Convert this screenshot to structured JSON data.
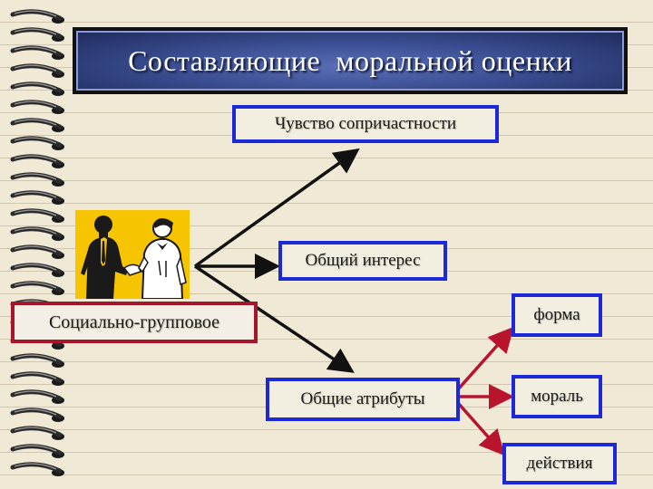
{
  "title": "Составляющие  моральной оценки",
  "nodes": {
    "source": "Социально-групповое",
    "belonging": "Чувство сопричастности",
    "interest": "Общий интерес",
    "attributes": "Общие атрибуты",
    "form": "форма",
    "morality": "мораль",
    "actions": "действия"
  },
  "colors": {
    "title_bg": "#3c4f93",
    "box_border": "#1d28d8",
    "source_border": "#a5162a",
    "clipart_bg": "#f6c400",
    "arrow_black": "#111111",
    "arrow_red": "#b8142e"
  },
  "icons": {
    "binding": "spiral-binding-icon",
    "clipart": "handshake-people-icon"
  }
}
